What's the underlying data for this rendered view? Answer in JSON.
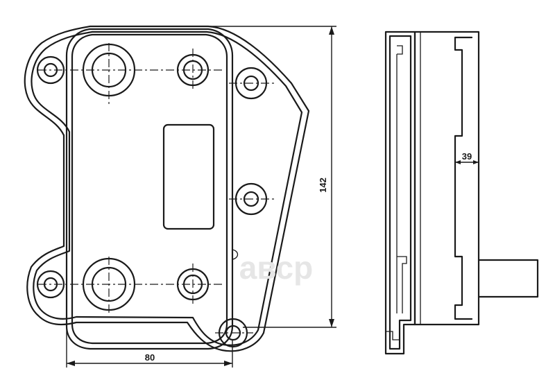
{
  "dimensions": {
    "width_label": "80",
    "height_label": "142",
    "depth_label": "39"
  },
  "watermark": {
    "text": "авср"
  }
}
